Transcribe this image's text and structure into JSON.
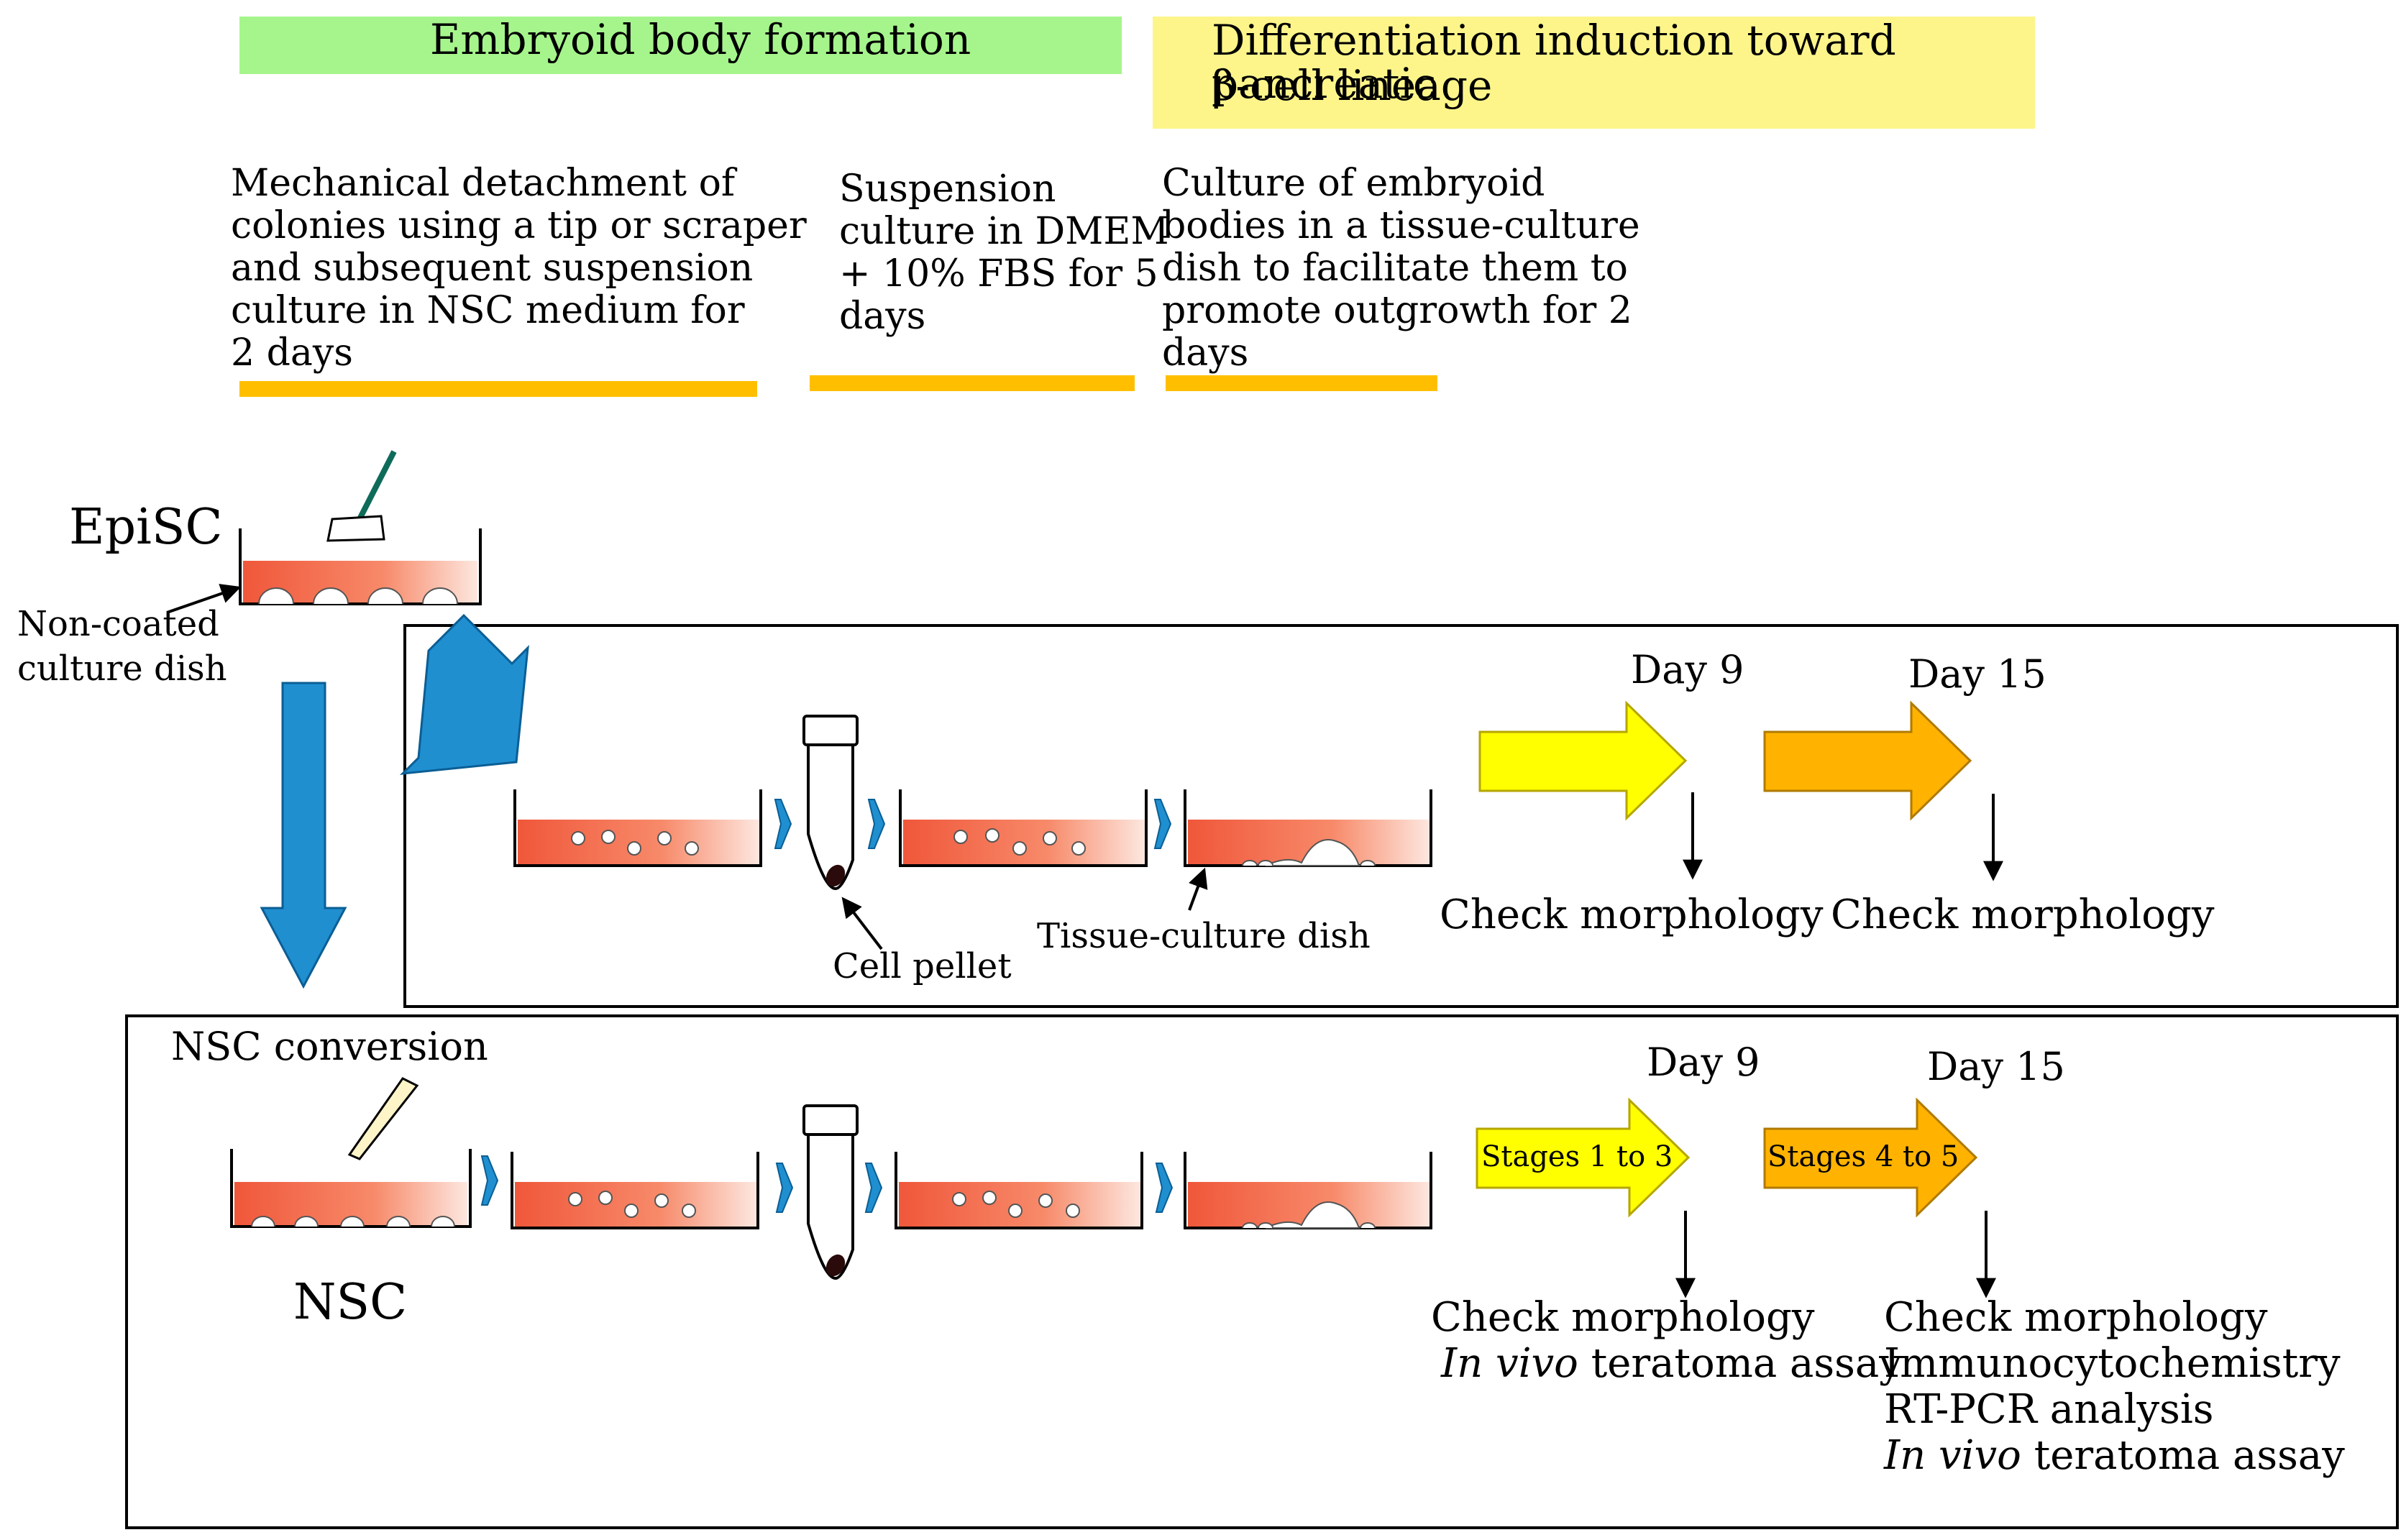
{
  "banners": {
    "embryoid": "Embryoid body formation",
    "differentiation_line1": "Differentiation induction toward pancreatic",
    "differentiation_line2": "β-cell lineage"
  },
  "steps": {
    "detachment": [
      "Mechanical detachment of",
      "colonies using a tip or scraper",
      "and subsequent suspension",
      "culture in NSC medium for",
      "2 days"
    ],
    "suspension": [
      "Suspension",
      "culture in DMEM",
      "+ 10% FBS for 5",
      "days"
    ],
    "outgrowth": [
      "Culture of embryoid",
      "bodies in a tissue-culture",
      "dish to facilitate them to",
      "promote outgrowth for 2",
      "days"
    ]
  },
  "labels": {
    "episc": "EpiSC",
    "non_coated": [
      "Non-coated",
      "culture dish"
    ],
    "cell_pellet": "Cell pellet",
    "tissue_culture_dish": "Tissue-culture dish",
    "nsc_conversion": "NSC conversion",
    "nsc": "NSC"
  },
  "upper_panel": {
    "day9": "Day 9",
    "day15": "Day 15",
    "check1": "Check morphology",
    "check2": "Check morphology"
  },
  "lower_panel": {
    "day9": "Day 9",
    "day15": "Day 15",
    "stages_a": "Stages 1 to 3",
    "stages_b": "Stages 4 to 5",
    "check_left": "Check morphology",
    "invivo_italic": "In vivo",
    "teratoma": " teratoma assay",
    "right_list": [
      "Check morphology",
      "Immunocytochemistry",
      "RT-PCR analysis"
    ],
    "invivo_italic2": "In vivo",
    "teratoma2": " teratoma assay"
  },
  "colors": {
    "green_banner": "#a6f58c",
    "yellow_banner": "#fdf58a",
    "orange_bar": "#ffbf00",
    "blue_arrow": "#1f8fd0",
    "yellow_arrow": "#ffff00",
    "orange_arrow": "#ffb300",
    "medium": "#f26b4b"
  }
}
